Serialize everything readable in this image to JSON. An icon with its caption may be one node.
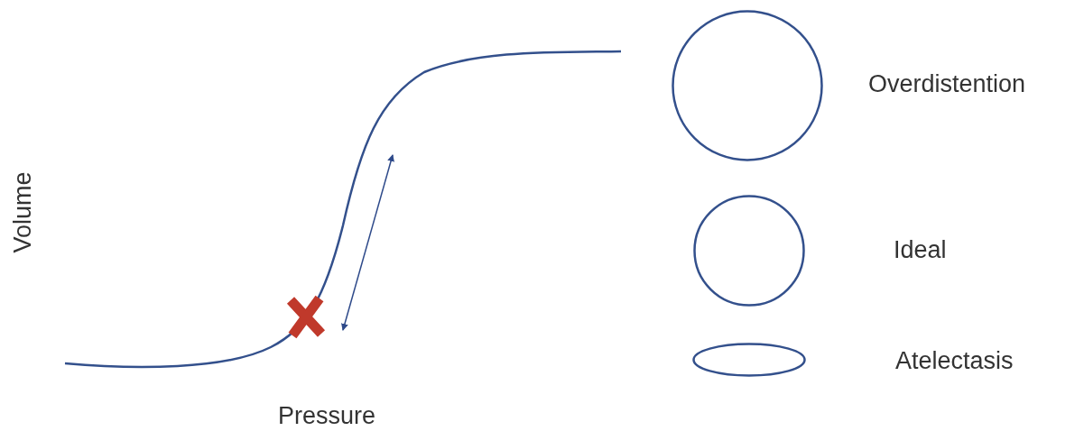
{
  "diagram": {
    "nodes": [
      {
        "text": [],
        "shape": "circle",
        "beside": [
          "Overdistention"
        ]
      },
      {
        "text": [],
        "shape": "circle",
        "beside": [
          "Ideal"
        ]
      },
      {
        "text": [],
        "shape": "ellipse",
        "beside": [
          "Atelectasis"
        ]
      }
    ],
    "labels": [
      "Volume",
      "Pressure"
    ]
  }
}
